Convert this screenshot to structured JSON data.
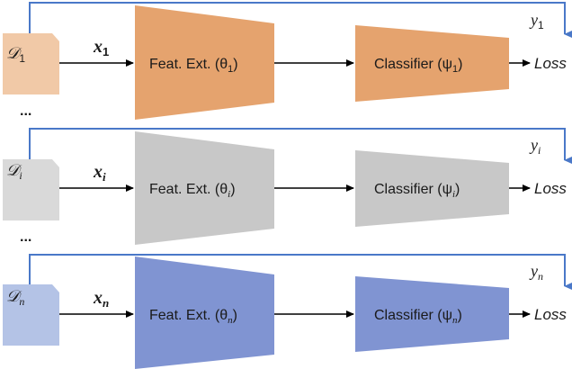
{
  "rows": [
    {
      "dataset": "𝒟",
      "dataset_sub": "1",
      "input": "x",
      "input_sub": "1",
      "extractor_label": "Feat. Ext. (θ",
      "extractor_sub": "1",
      "extractor_close": ")",
      "classifier_label": "Classifier (ψ",
      "classifier_sub": "1",
      "classifier_close": ")",
      "target": "y",
      "target_sub": "1",
      "loss": "Loss",
      "colors": {
        "dataset": "#f1c9a7",
        "extractor": "#e5a36e",
        "classifier": "#e5a36e",
        "feedback": "#4a78c8"
      }
    },
    {
      "dataset": "𝒟",
      "dataset_sub": "i",
      "input": "x",
      "input_sub": "i",
      "extractor_label": "Feat. Ext. (θ",
      "extractor_sub": "i",
      "extractor_close": ")",
      "classifier_label": "Classifier (ψ",
      "classifier_sub": "i",
      "classifier_close": ")",
      "target": "y",
      "target_sub": "i",
      "loss": "Loss",
      "colors": {
        "dataset": "#d9d9d9",
        "extractor": "#c8c8c8",
        "classifier": "#c8c8c8",
        "feedback": "#4a78c8"
      }
    },
    {
      "dataset": "𝒟",
      "dataset_sub": "n",
      "input": "x",
      "input_sub": "n",
      "extractor_label": "Feat. Ext. (θ",
      "extractor_sub": "n",
      "extractor_close": ")",
      "classifier_label": "Classifier (ψ",
      "classifier_sub": "n",
      "classifier_close": ")",
      "target": "y",
      "target_sub": "n",
      "loss": "Loss",
      "colors": {
        "dataset": "#b4c3e6",
        "extractor": "#8094d2",
        "classifier": "#8094d2",
        "feedback": "#4a78c8"
      }
    }
  ],
  "separators": [
    "...",
    "..."
  ]
}
